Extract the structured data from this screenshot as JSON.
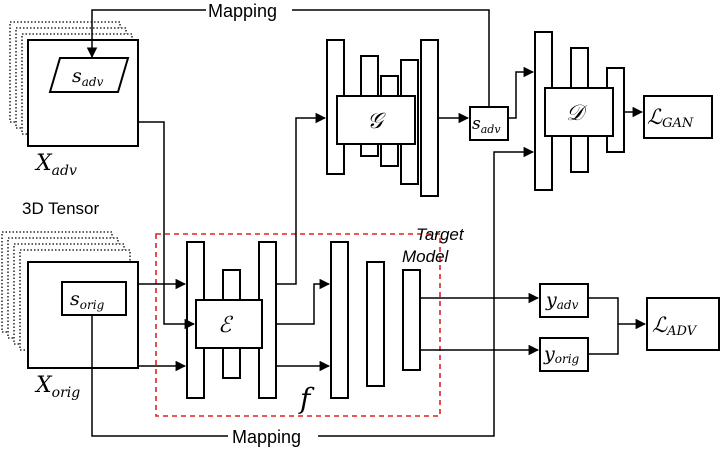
{
  "labels": {
    "mapping_top": "Mapping",
    "mapping_bottom": "Mapping",
    "tensor": "3D Tensor",
    "target_model_line1": "Target",
    "target_model_line2": "Model",
    "f": "f",
    "s_adv_input": "s",
    "s_adv_input_sub": "adv",
    "s_orig_input": "s",
    "s_orig_input_sub": "orig",
    "x_adv": "X",
    "x_adv_sub": "adv",
    "x_orig": "X",
    "x_orig_sub": "orig",
    "encoder": "ℰ",
    "generator": "𝒢",
    "discriminator": "𝒟",
    "s_adv_out": "s",
    "s_adv_out_sub": "adv",
    "y_adv": "y",
    "y_adv_sub": "adv",
    "y_orig": "y",
    "y_orig_sub": "orig",
    "loss_gan": "ℒ",
    "loss_gan_sub": "GAN",
    "loss_adv": "ℒ",
    "loss_adv_sub": "ADV"
  },
  "colors": {
    "target_model_border": "#dd2222"
  }
}
